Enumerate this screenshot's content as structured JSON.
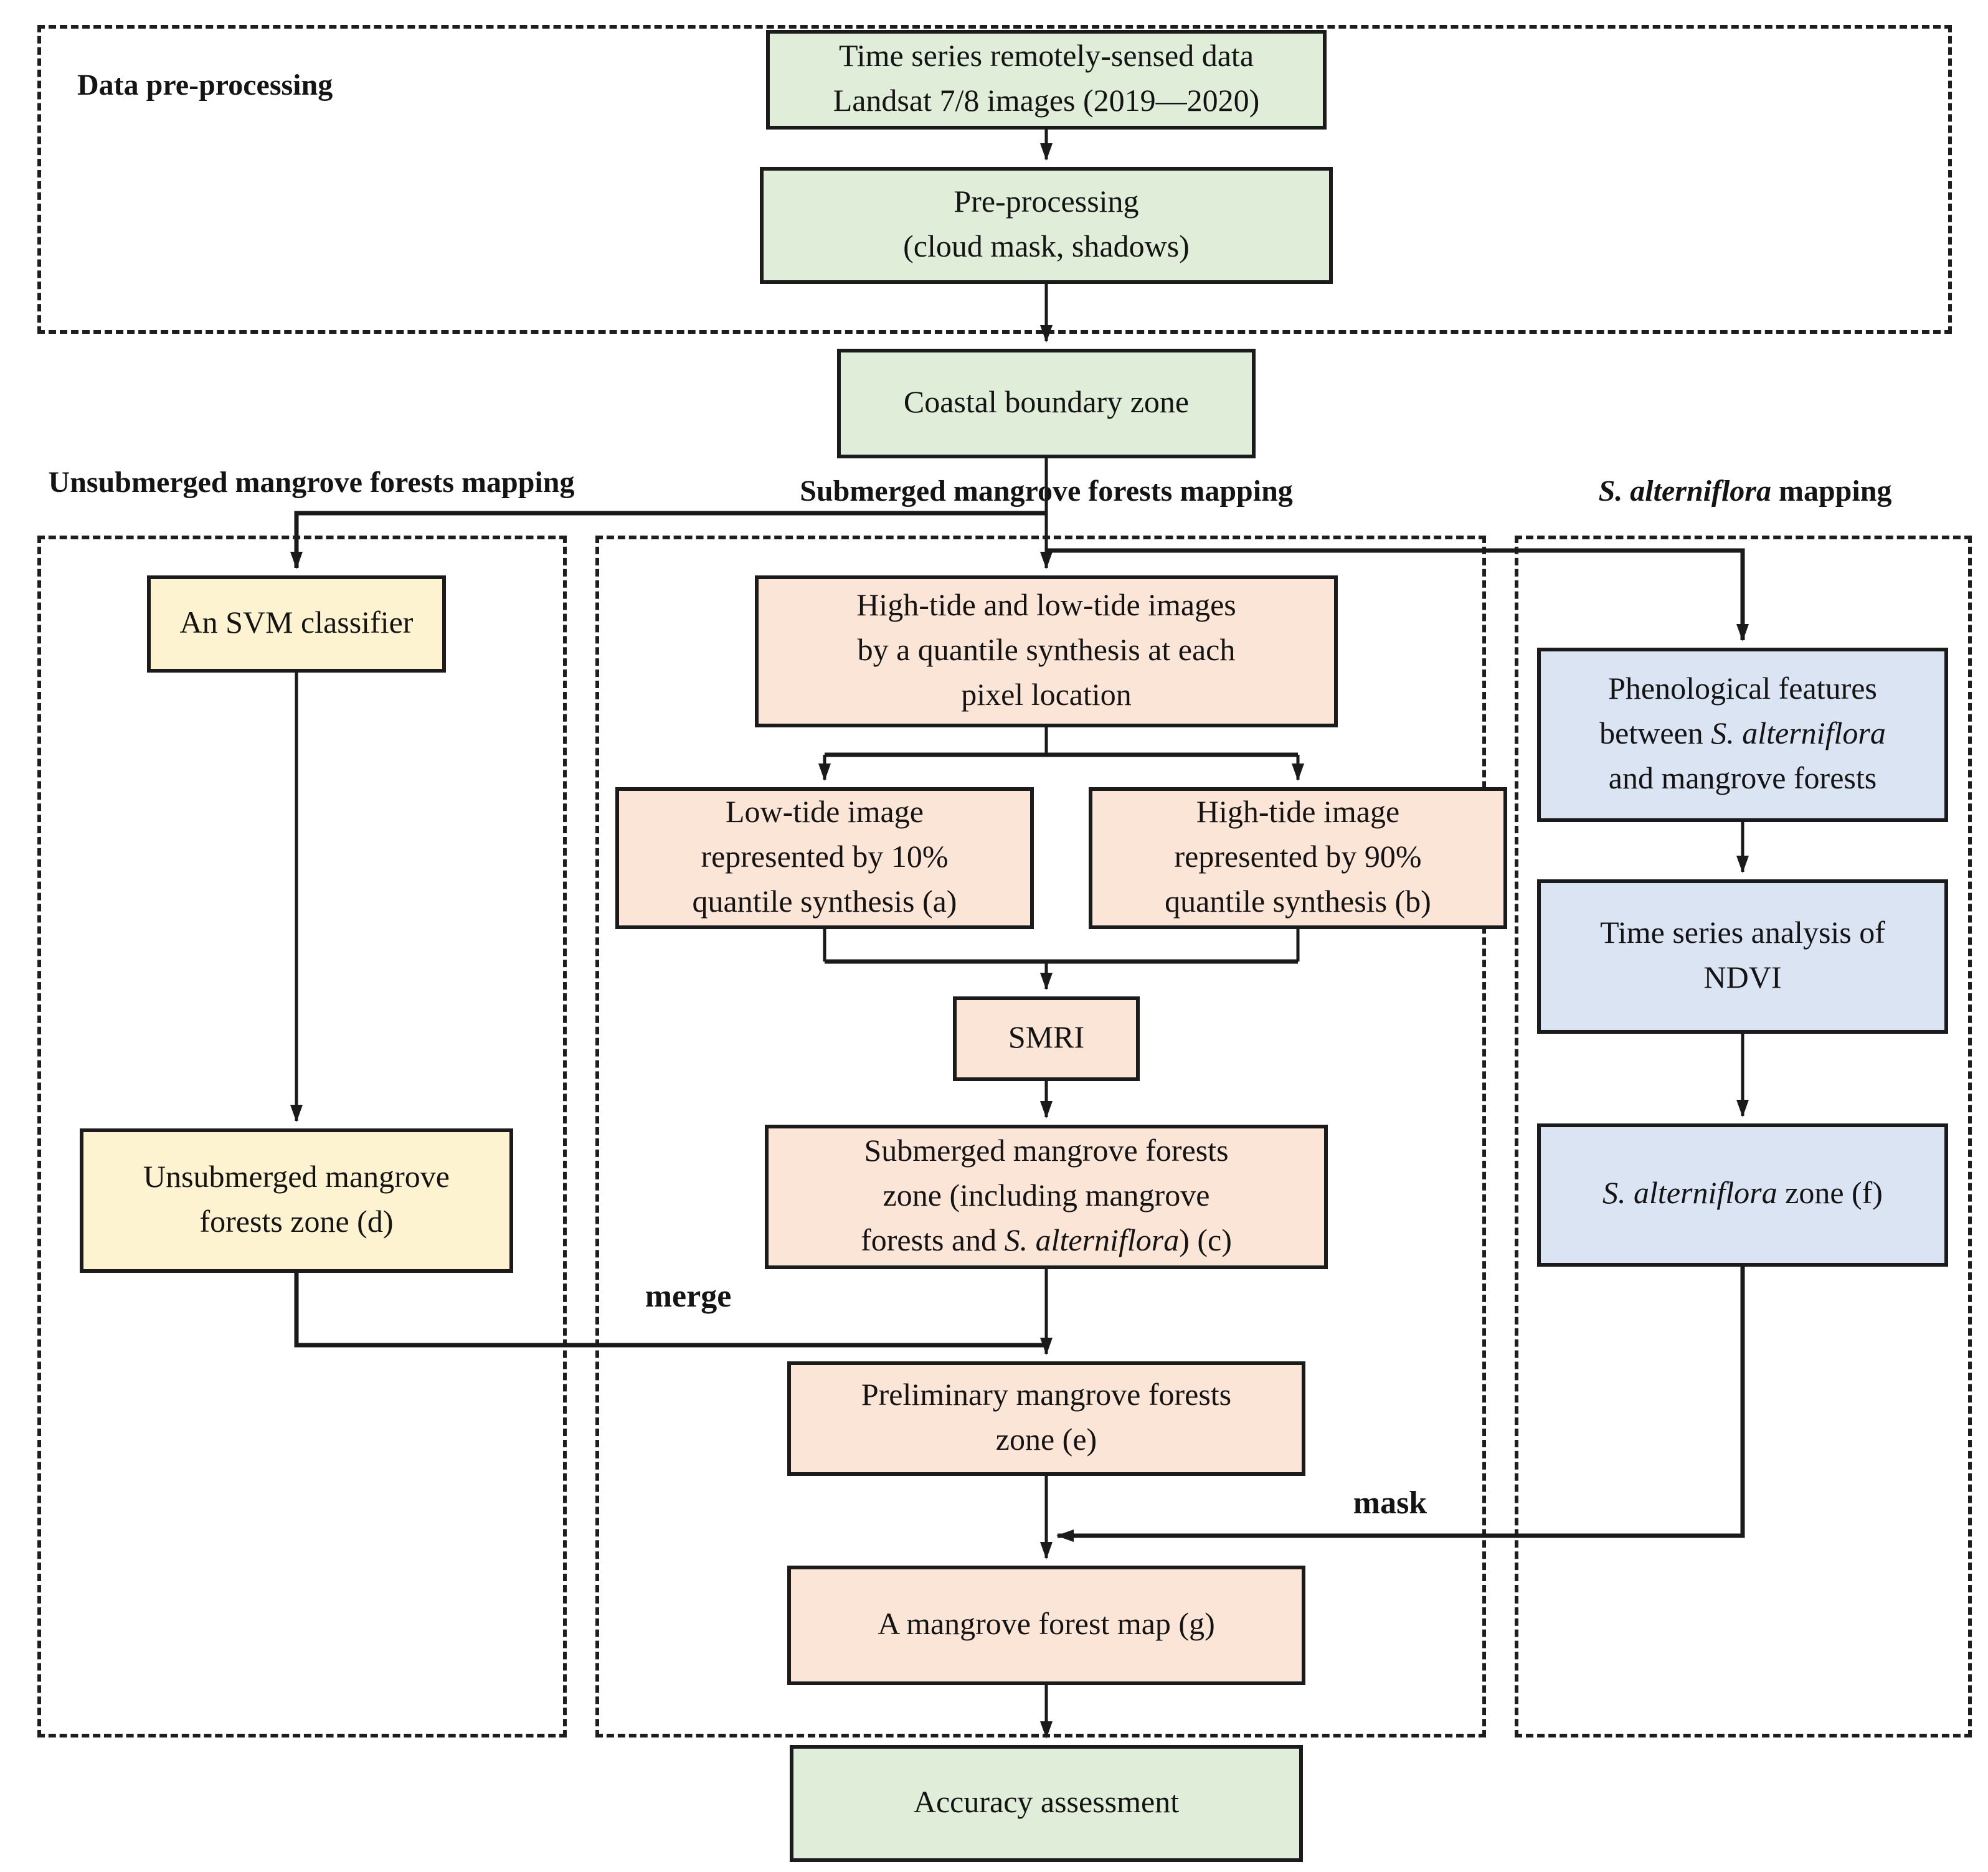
{
  "title": "Mangrove forests mapping flowchart",
  "colors": {
    "green": "#e0edd8",
    "yellow": "#fdf3d0",
    "pink": "#fbe5d6",
    "blue": "#dbe4f3",
    "line": "#1a1a1a",
    "border": "#1b1b1b",
    "background": "#ffffff"
  },
  "sections": {
    "preprocessing": {
      "label": "Data pre-processing"
    },
    "unsubmerged": {
      "label": "Unsubmerged mangrove forests mapping"
    },
    "submerged": {
      "label": "Submerged mangrove forests mapping"
    },
    "alterniflora": {
      "label_italic": "S. alterniflora",
      "label_rest": " mapping"
    }
  },
  "nodes": {
    "ts_data": {
      "line1": "Time series remotely-sensed data",
      "line2": "Landsat 7/8 images (2019—2020)",
      "color": "green"
    },
    "preprocess": {
      "line1": "Pre-processing",
      "line2": "(cloud mask, shadows)",
      "color": "green"
    },
    "coastal": {
      "label": "Coastal boundary zone",
      "color": "green"
    },
    "svm": {
      "label": "An SVM classifier",
      "color": "yellow"
    },
    "unsub_zone": {
      "line1": "Unsubmerged mangrove",
      "line2": "forests zone (d)",
      "color": "yellow"
    },
    "tide_images": {
      "line1": "High-tide and low-tide images",
      "line2": "by a quantile synthesis at each",
      "line3": "pixel location",
      "color": "pink"
    },
    "low_tide": {
      "line1": "Low-tide image",
      "line2": "represented by 10%",
      "line3": "quantile synthesis (a)",
      "color": "pink"
    },
    "high_tide": {
      "line1": "High-tide image",
      "line2": "represented by 90%",
      "line3": "quantile synthesis (b)",
      "color": "pink"
    },
    "smri": {
      "label": "SMRI",
      "color": "pink"
    },
    "submerged_zone": {
      "line1": "Submerged mangrove forests",
      "line2": "zone (including mangrove",
      "line3_pre": "forests and ",
      "line3_italic": "S. alterniflora",
      "line3_post": ") (c)",
      "color": "pink"
    },
    "preliminary": {
      "line1": "Preliminary mangrove forests",
      "line2": "zone (e)",
      "color": "pink"
    },
    "map": {
      "label": "A mangrove forest map (g)",
      "color": "pink"
    },
    "accuracy": {
      "label": "Accuracy assessment",
      "color": "green"
    },
    "phenological": {
      "line1": "Phenological features",
      "line2_pre": "between ",
      "line2_italic": "S. alterniflora",
      "line3": "and mangrove forests",
      "color": "blue"
    },
    "ndvi": {
      "line1": "Time series analysis of",
      "line2": "NDVI",
      "color": "blue"
    },
    "alt_zone": {
      "italic": "S. alterniflora",
      "rest": " zone (f)",
      "color": "blue"
    }
  },
  "edge_labels": {
    "merge": "merge",
    "mask": "mask"
  }
}
